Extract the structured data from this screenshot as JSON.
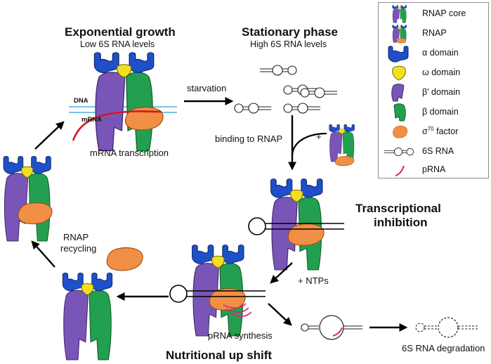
{
  "stages": {
    "exponential": {
      "title": "Exponential growth",
      "subtitle": "Low 6S RNA levels",
      "caption": "mRNA transcription"
    },
    "stationary": {
      "title": "Stationary phase",
      "subtitle": "High 6S RNA levels"
    },
    "inhibition": {
      "title_line1": "Transcriptional",
      "title_line2": "inhibition"
    },
    "upshift": {
      "title": "Nutritional up shift",
      "caption": "pRNA synthesis"
    }
  },
  "labels": {
    "dna": "DNA",
    "mrna": "mRNA",
    "starvation": "starvation",
    "binding": "binding to RNAP",
    "plus": "+",
    "ntps": "+ NTPs",
    "recycling_line1": "RNAP",
    "recycling_line2": "recycling",
    "degradation": "6S RNA degradation"
  },
  "legend": [
    {
      "icon": "rnap-core-icon",
      "label": "RNAP core"
    },
    {
      "icon": "rnap-holoenzyme-icon",
      "label": "RNAP"
    },
    {
      "icon": "alpha-domain-icon",
      "label": "α domain"
    },
    {
      "icon": "omega-domain-icon",
      "label": "ω domain"
    },
    {
      "icon": "beta-prime-domain-icon",
      "label": "β' domain"
    },
    {
      "icon": "beta-domain-icon",
      "label": "β domain"
    },
    {
      "icon": "sigma-factor-icon",
      "label": "σ",
      "sup": "70",
      "suffix": " factor"
    },
    {
      "icon": "6s-rna-icon",
      "label": "6S RNA"
    },
    {
      "icon": "prna-icon",
      "label": "pRNA"
    }
  ],
  "colors": {
    "alpha": "#1f4fc9",
    "omega": "#f0e020",
    "beta_prime": "#7a55b8",
    "beta": "#22a050",
    "sigma": "#f08f45",
    "prna": "#e0207f",
    "mrna": "#d11a1a",
    "dna": "#4ab2e0"
  }
}
